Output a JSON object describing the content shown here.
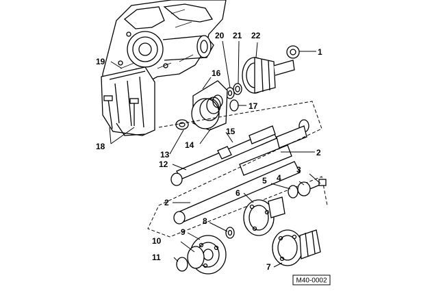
{
  "callouts": [
    "1",
    "2",
    "2",
    "3",
    "4",
    "5",
    "6",
    "7",
    "8",
    "9",
    "10",
    "11",
    "12",
    "13",
    "14",
    "15",
    "16",
    "17",
    "18",
    "19",
    "20",
    "21",
    "22"
  ],
  "reference_code": "M40-0002"
}
